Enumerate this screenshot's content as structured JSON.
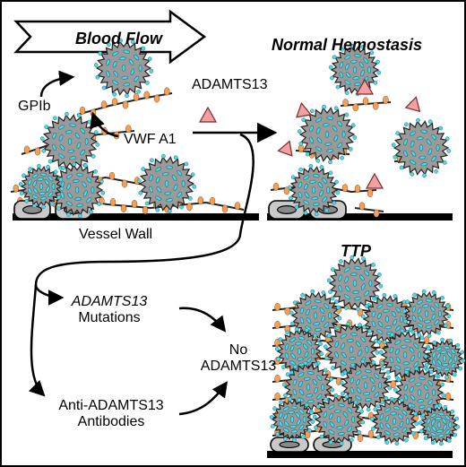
{
  "header": {
    "flow_label": "Blood Flow"
  },
  "normal_panel": {
    "title": "Normal Hemostasis",
    "enzyme_label": "ADAMTS13",
    "receptor_label": "GPIb",
    "domain_label": "VWF A1",
    "wall_label": "Vessel Wall"
  },
  "ttp_panel": {
    "title": "TTP"
  },
  "causes": {
    "mutation_gene": "ADAMTS13",
    "mutation_suffix": "Mutations",
    "antibody_line1": "Anti-ADAMTS13",
    "antibody_line2": "Antibodies",
    "outcome_line1": "No",
    "outcome_line2": "ADAMTS13"
  },
  "colors": {
    "platelet_fill": "#9a9a9a",
    "granule": "#4fd8e6",
    "vwf_bead": "#f2a058",
    "adamts13": "#f4a0a0",
    "cell_fill": "#c9c9c9",
    "wall": "#000000"
  },
  "icons": {
    "flow": "outline-arrow-right",
    "platelet": "spiky-platelet",
    "adamts13": "triangle",
    "endothelial_cell": "rounded-cell"
  }
}
